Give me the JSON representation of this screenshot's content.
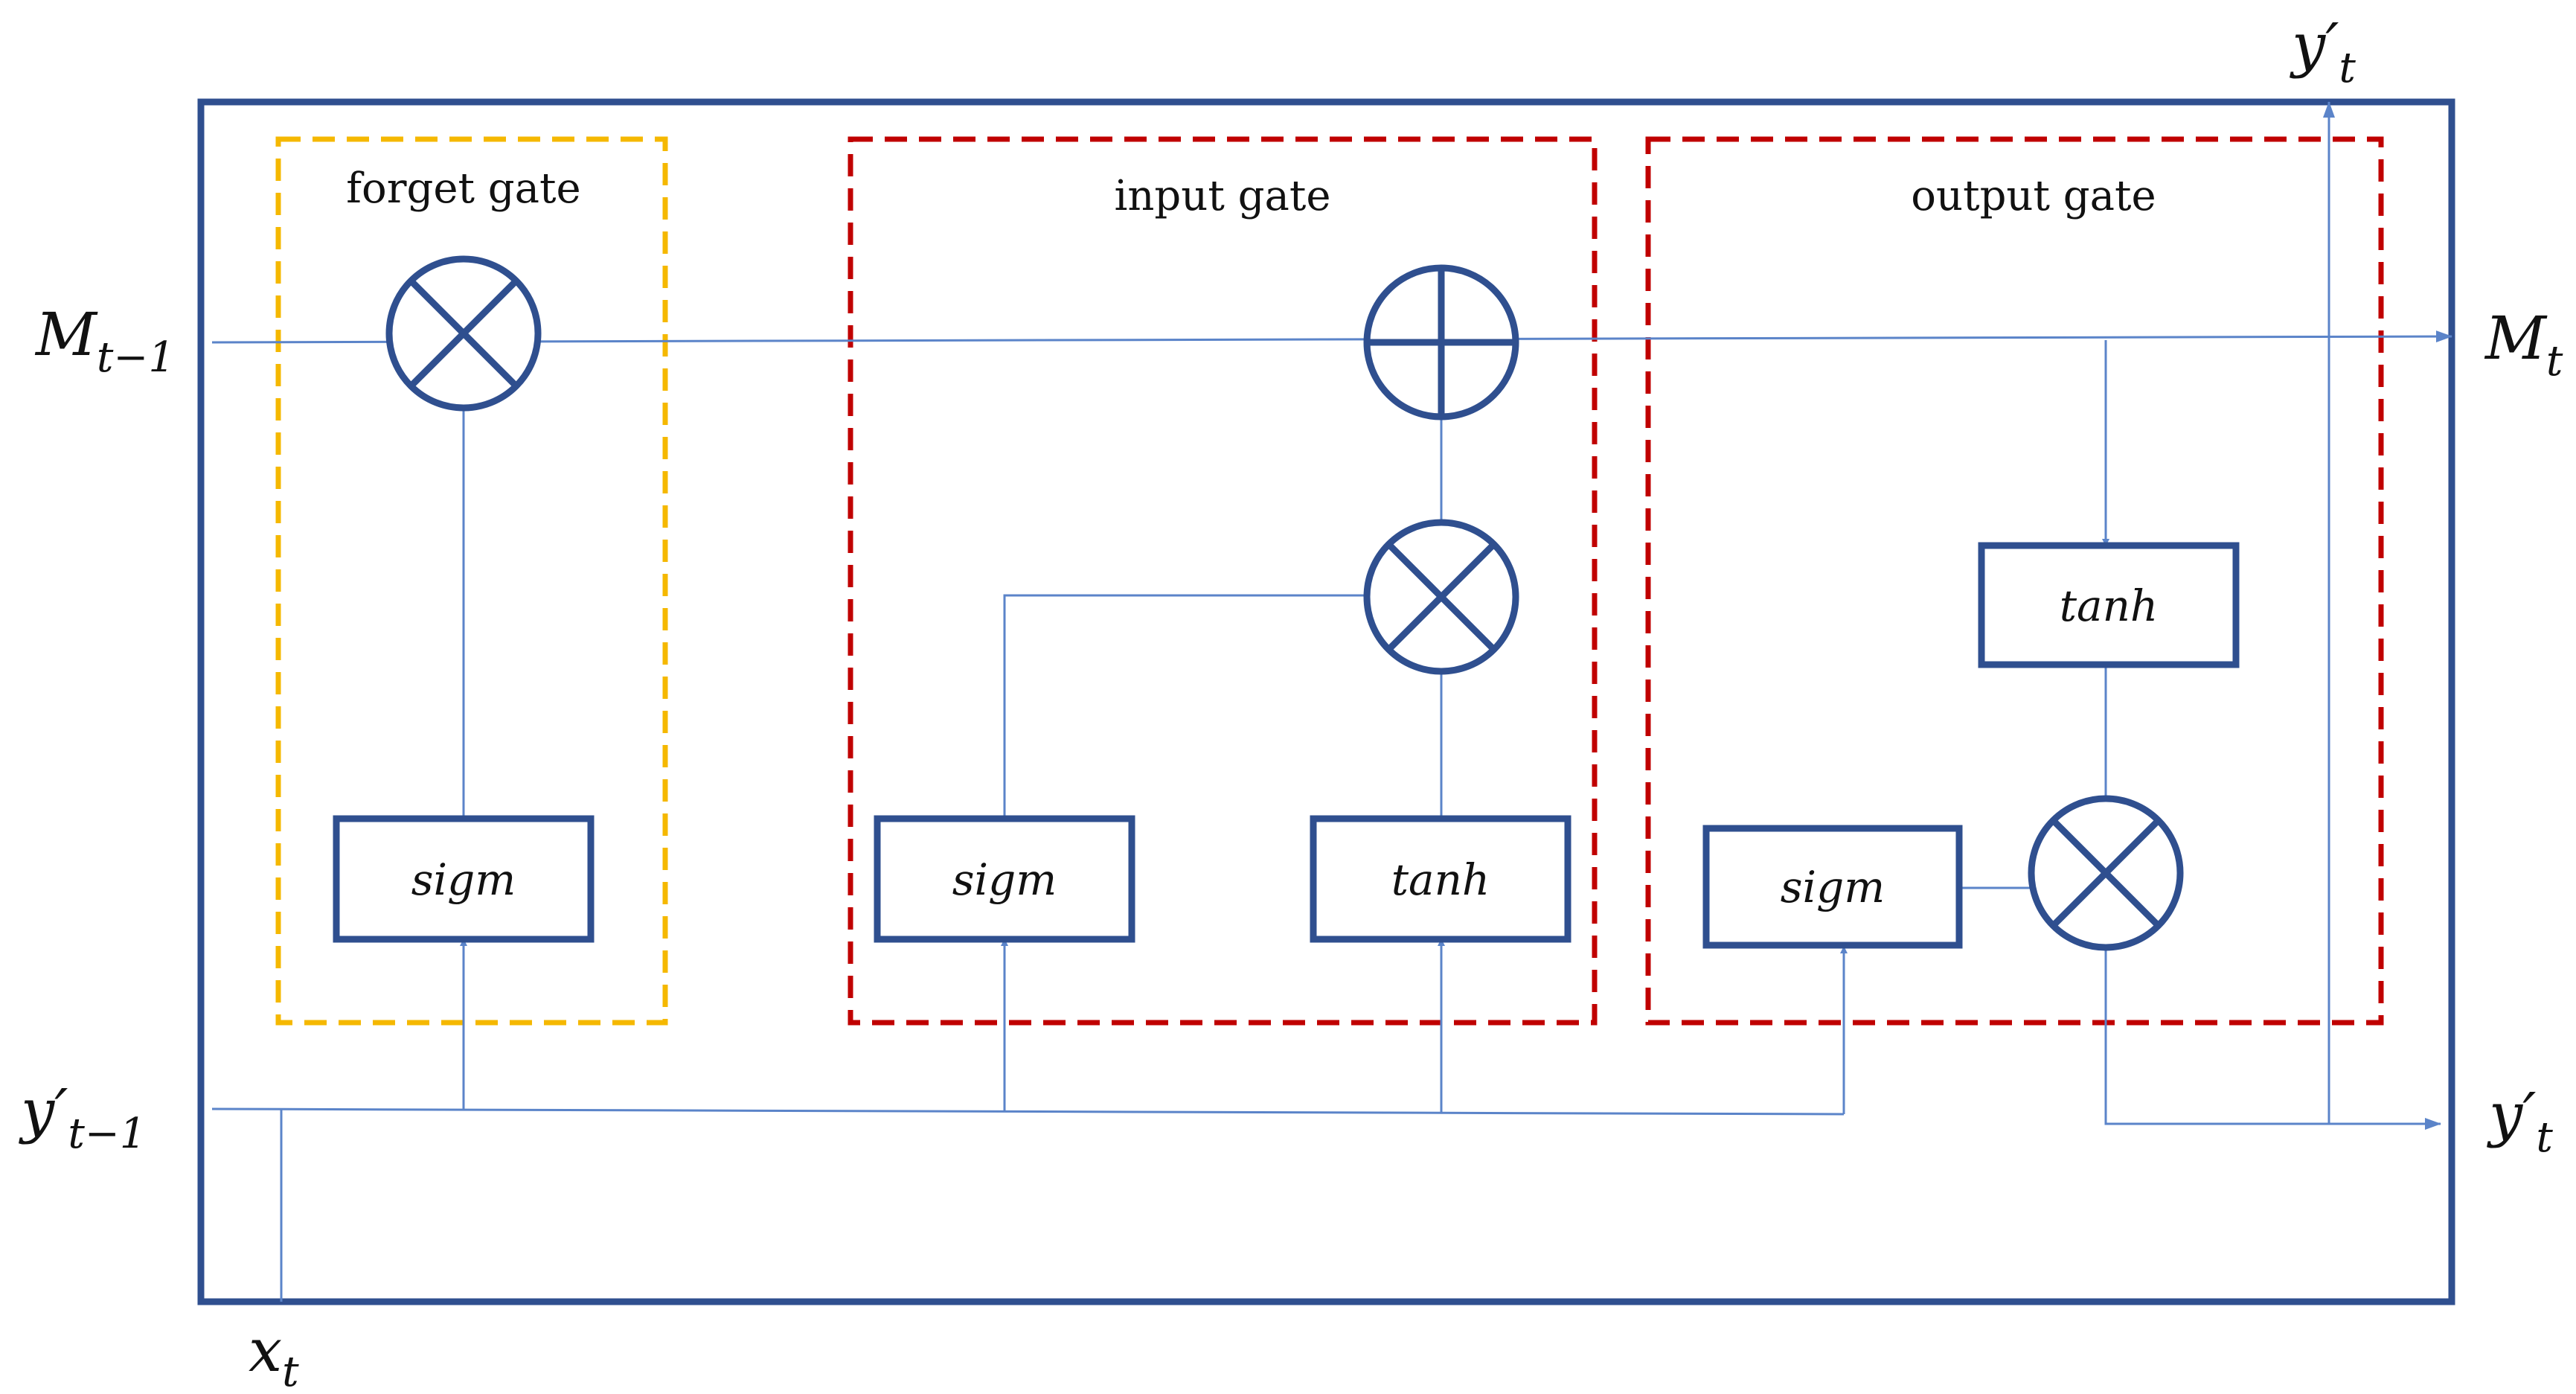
{
  "gates": {
    "forget": "forget gate",
    "input": "input gate",
    "output": "output gate"
  },
  "functions": {
    "forget_sigm": "sigm",
    "input_sigm": "sigm",
    "input_tanh": "tanh",
    "output_sigm": "sigm",
    "output_tanh": "tanh"
  },
  "io": {
    "m_prev": {
      "base": "M",
      "sub": "t−1"
    },
    "m_next": {
      "base": "M",
      "sub": "t"
    },
    "y_prev": {
      "base": "y′",
      "sub": "t−1"
    },
    "y_next": {
      "base": "y′",
      "sub": "t"
    },
    "y_top": {
      "base": "y′",
      "sub": "t"
    },
    "x": {
      "base": "x",
      "sub": "t"
    }
  },
  "colors": {
    "frame": "#2f4f8f",
    "wire": "#5b84c9",
    "forget_gate": "#f5b800",
    "input_gate": "#c00000",
    "output_gate": "#c00000"
  }
}
